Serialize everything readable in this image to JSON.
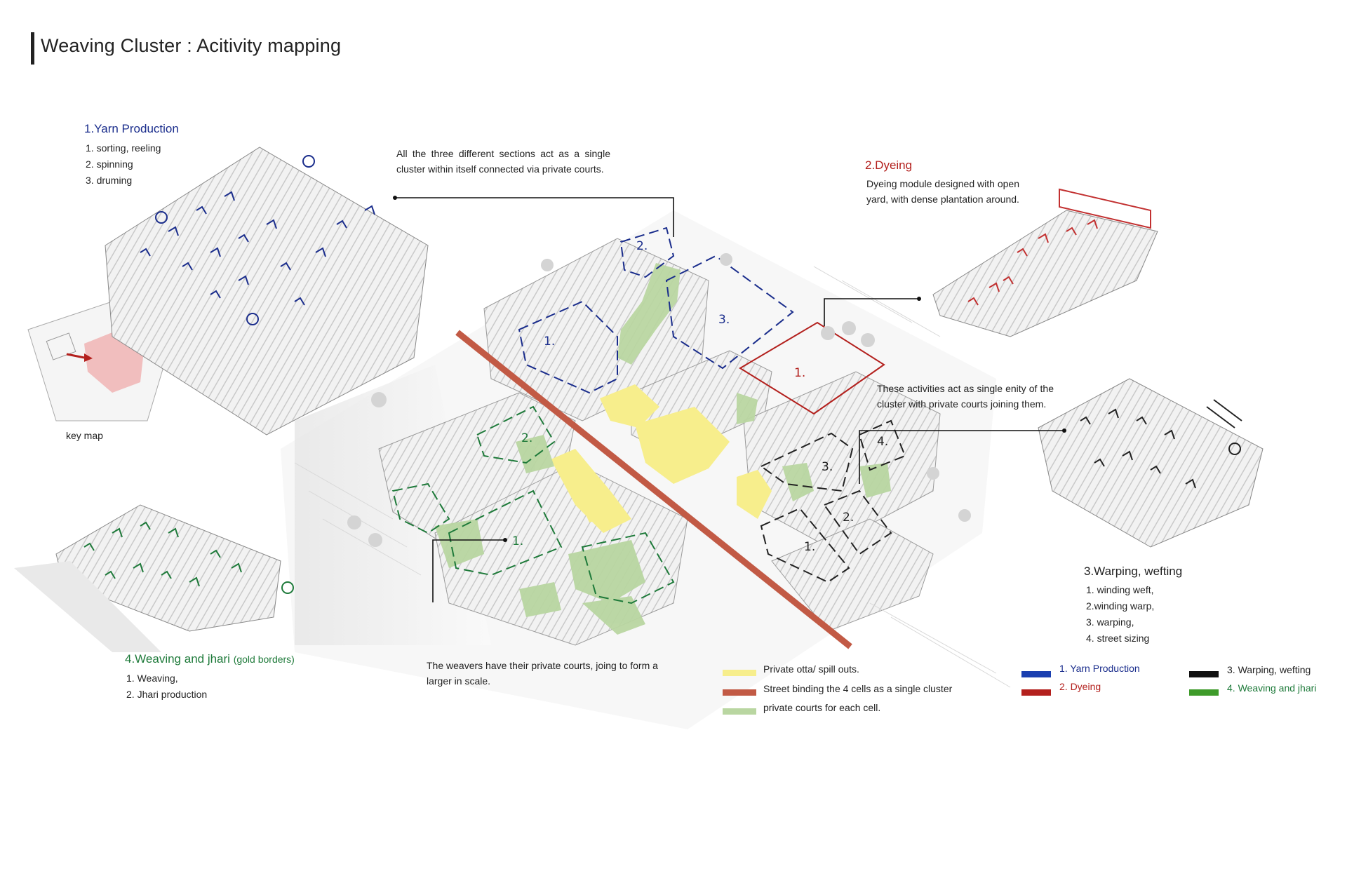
{
  "header": {
    "title": "Weaving Cluster : Acitivity mapping"
  },
  "colors": {
    "blue": "#1a2d8c",
    "red": "#b3201d",
    "green": "#1e7a3a",
    "dark": "#222222",
    "yellow": "#f7ee8c",
    "street": "#c25a45",
    "court": "#b9d6a1",
    "keypink": "#f0b4b4"
  },
  "sections": {
    "yarn": {
      "title": "1.Yarn Production",
      "items": [
        "1. sorting, reeling",
        "2. spinning",
        "3. druming"
      ]
    },
    "dyeing": {
      "title": "2.Dyeing",
      "desc": "Dyeing module designed with open yard, with dense plantation around."
    },
    "warping": {
      "title": "3.Warping, wefting",
      "items": [
        "1. winding weft,",
        "2.winding warp,",
        "3. warping,",
        "4. street sizing"
      ]
    },
    "weaving": {
      "title": "4.Weaving and jhari",
      "title_suffix": "(gold borders)",
      "items": [
        "1. Weaving,",
        "2. Jhari production"
      ]
    }
  },
  "keymap": {
    "label": "key map"
  },
  "annotations": {
    "top_center": "All the three different sections act as a single cluster within itself connected via private courts.",
    "right_mid": "These activities act as single enity of the cluster with private courts joining them.",
    "bottom_center": "The weavers have their private courts, joing to form a larger in scale."
  },
  "zone_labels": {
    "blue": [
      "1.",
      "2.",
      "3."
    ],
    "red": [
      "1."
    ],
    "dark": [
      "1.",
      "2.",
      "3.",
      "4."
    ],
    "green": [
      "1.",
      "2."
    ]
  },
  "legend_left": [
    {
      "label": "Private otta/ spill outs.",
      "color": "#f7ee8c"
    },
    {
      "label": "Street binding the 4 cells as a single cluster",
      "color": "#c25a45"
    },
    {
      "label": "private courts for each cell.",
      "color": "#b9d6a1"
    }
  ],
  "legend_right": [
    {
      "label": "1. Yarn Production",
      "color": "#1a3fb0"
    },
    {
      "label": "2. Dyeing",
      "color": "#b3201d"
    },
    {
      "label": "3. Warping, wefting",
      "color": "#111111"
    },
    {
      "label": "4. Weaving and jhari",
      "color": "#3e9b2a"
    }
  ]
}
